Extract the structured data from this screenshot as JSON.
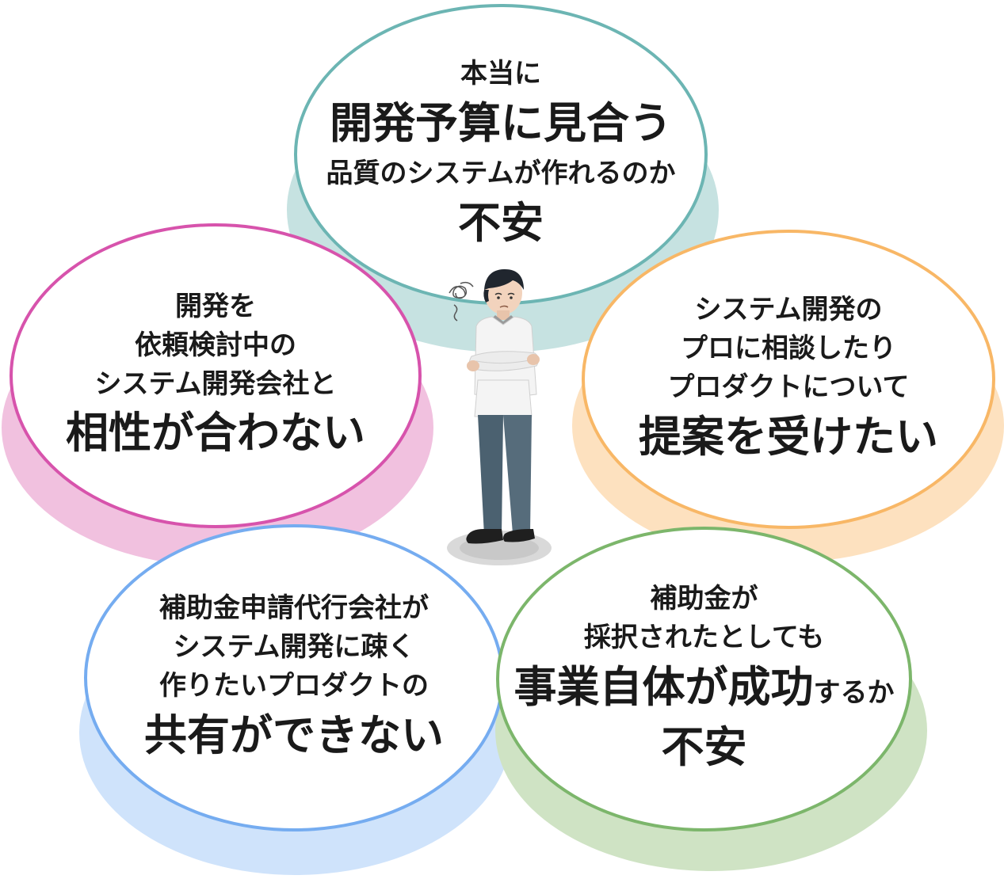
{
  "colors": {
    "top": "#6cb5b3",
    "left": "#d753ac",
    "right": "#f8b766",
    "bottom_left": "#75acf0",
    "bottom_right": "#7cb66b"
  },
  "bubbles": {
    "top": {
      "line1": "本当に",
      "line2": "開発予算に見合う",
      "line3": "品質のシステムが作れるのか",
      "line4": "不安"
    },
    "left": {
      "line1": "開発を",
      "line2": "依頼検討中の",
      "line3": "システム開発会社と",
      "line4": "相性が合わない"
    },
    "right": {
      "line1": "システム開発の",
      "line2": "プロに相談したり",
      "line3": "プロダクトについて",
      "line4": "提案を受けたい"
    },
    "bottom_left": {
      "line1": "補助金申請代行会社が",
      "line2": "システム開発に疎く",
      "line3": "作りたいプロダクトの",
      "line4": "共有ができない"
    },
    "bottom_right": {
      "line1": "補助金が",
      "line2": "採択されたとしても",
      "line3_big": "事業自体が成功",
      "line3_small": "するか",
      "line4": "不安"
    }
  },
  "figure": {
    "icon": "worried-person-icon"
  }
}
